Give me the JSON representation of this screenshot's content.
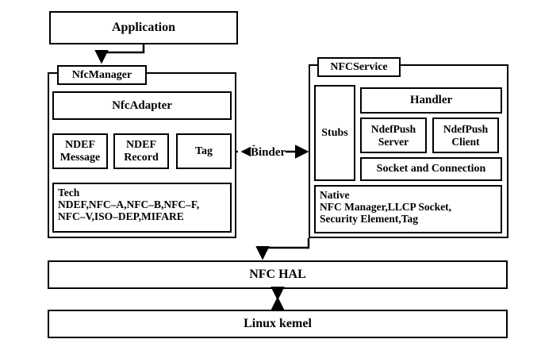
{
  "diagram": {
    "title_boxes": {
      "application": "Application",
      "nfc_hal": "NFC HAL",
      "linux_kernel": "Linux kemel"
    },
    "left_stack": {
      "panel_label": "NfcManager",
      "adapter": "NfcAdapter",
      "classes": [
        "NDEF Message",
        "NDEF Record",
        "Tag"
      ],
      "tech": {
        "heading": "Tech",
        "line1": "NDEF,NFC–A,NFC–B,NFC–F,",
        "line2": "NFC–V,ISO–DEP,MIFARE"
      }
    },
    "right_stack": {
      "panel_label": "NFCService",
      "stubs": "Stubs",
      "handler": "Handler",
      "ndefpush_server": "NdefPush Server",
      "ndefpush_client": "NdefPush Client",
      "socket_and_connection": "Socket and Connection",
      "native": {
        "heading": "Native",
        "line1": "NFC Manager,LLCP Socket,",
        "line2": "Security Element,Tag"
      }
    },
    "connectors": {
      "binder_label": "Binder"
    },
    "colors": {
      "stroke": "#000000",
      "background": "#ffffff"
    }
  }
}
